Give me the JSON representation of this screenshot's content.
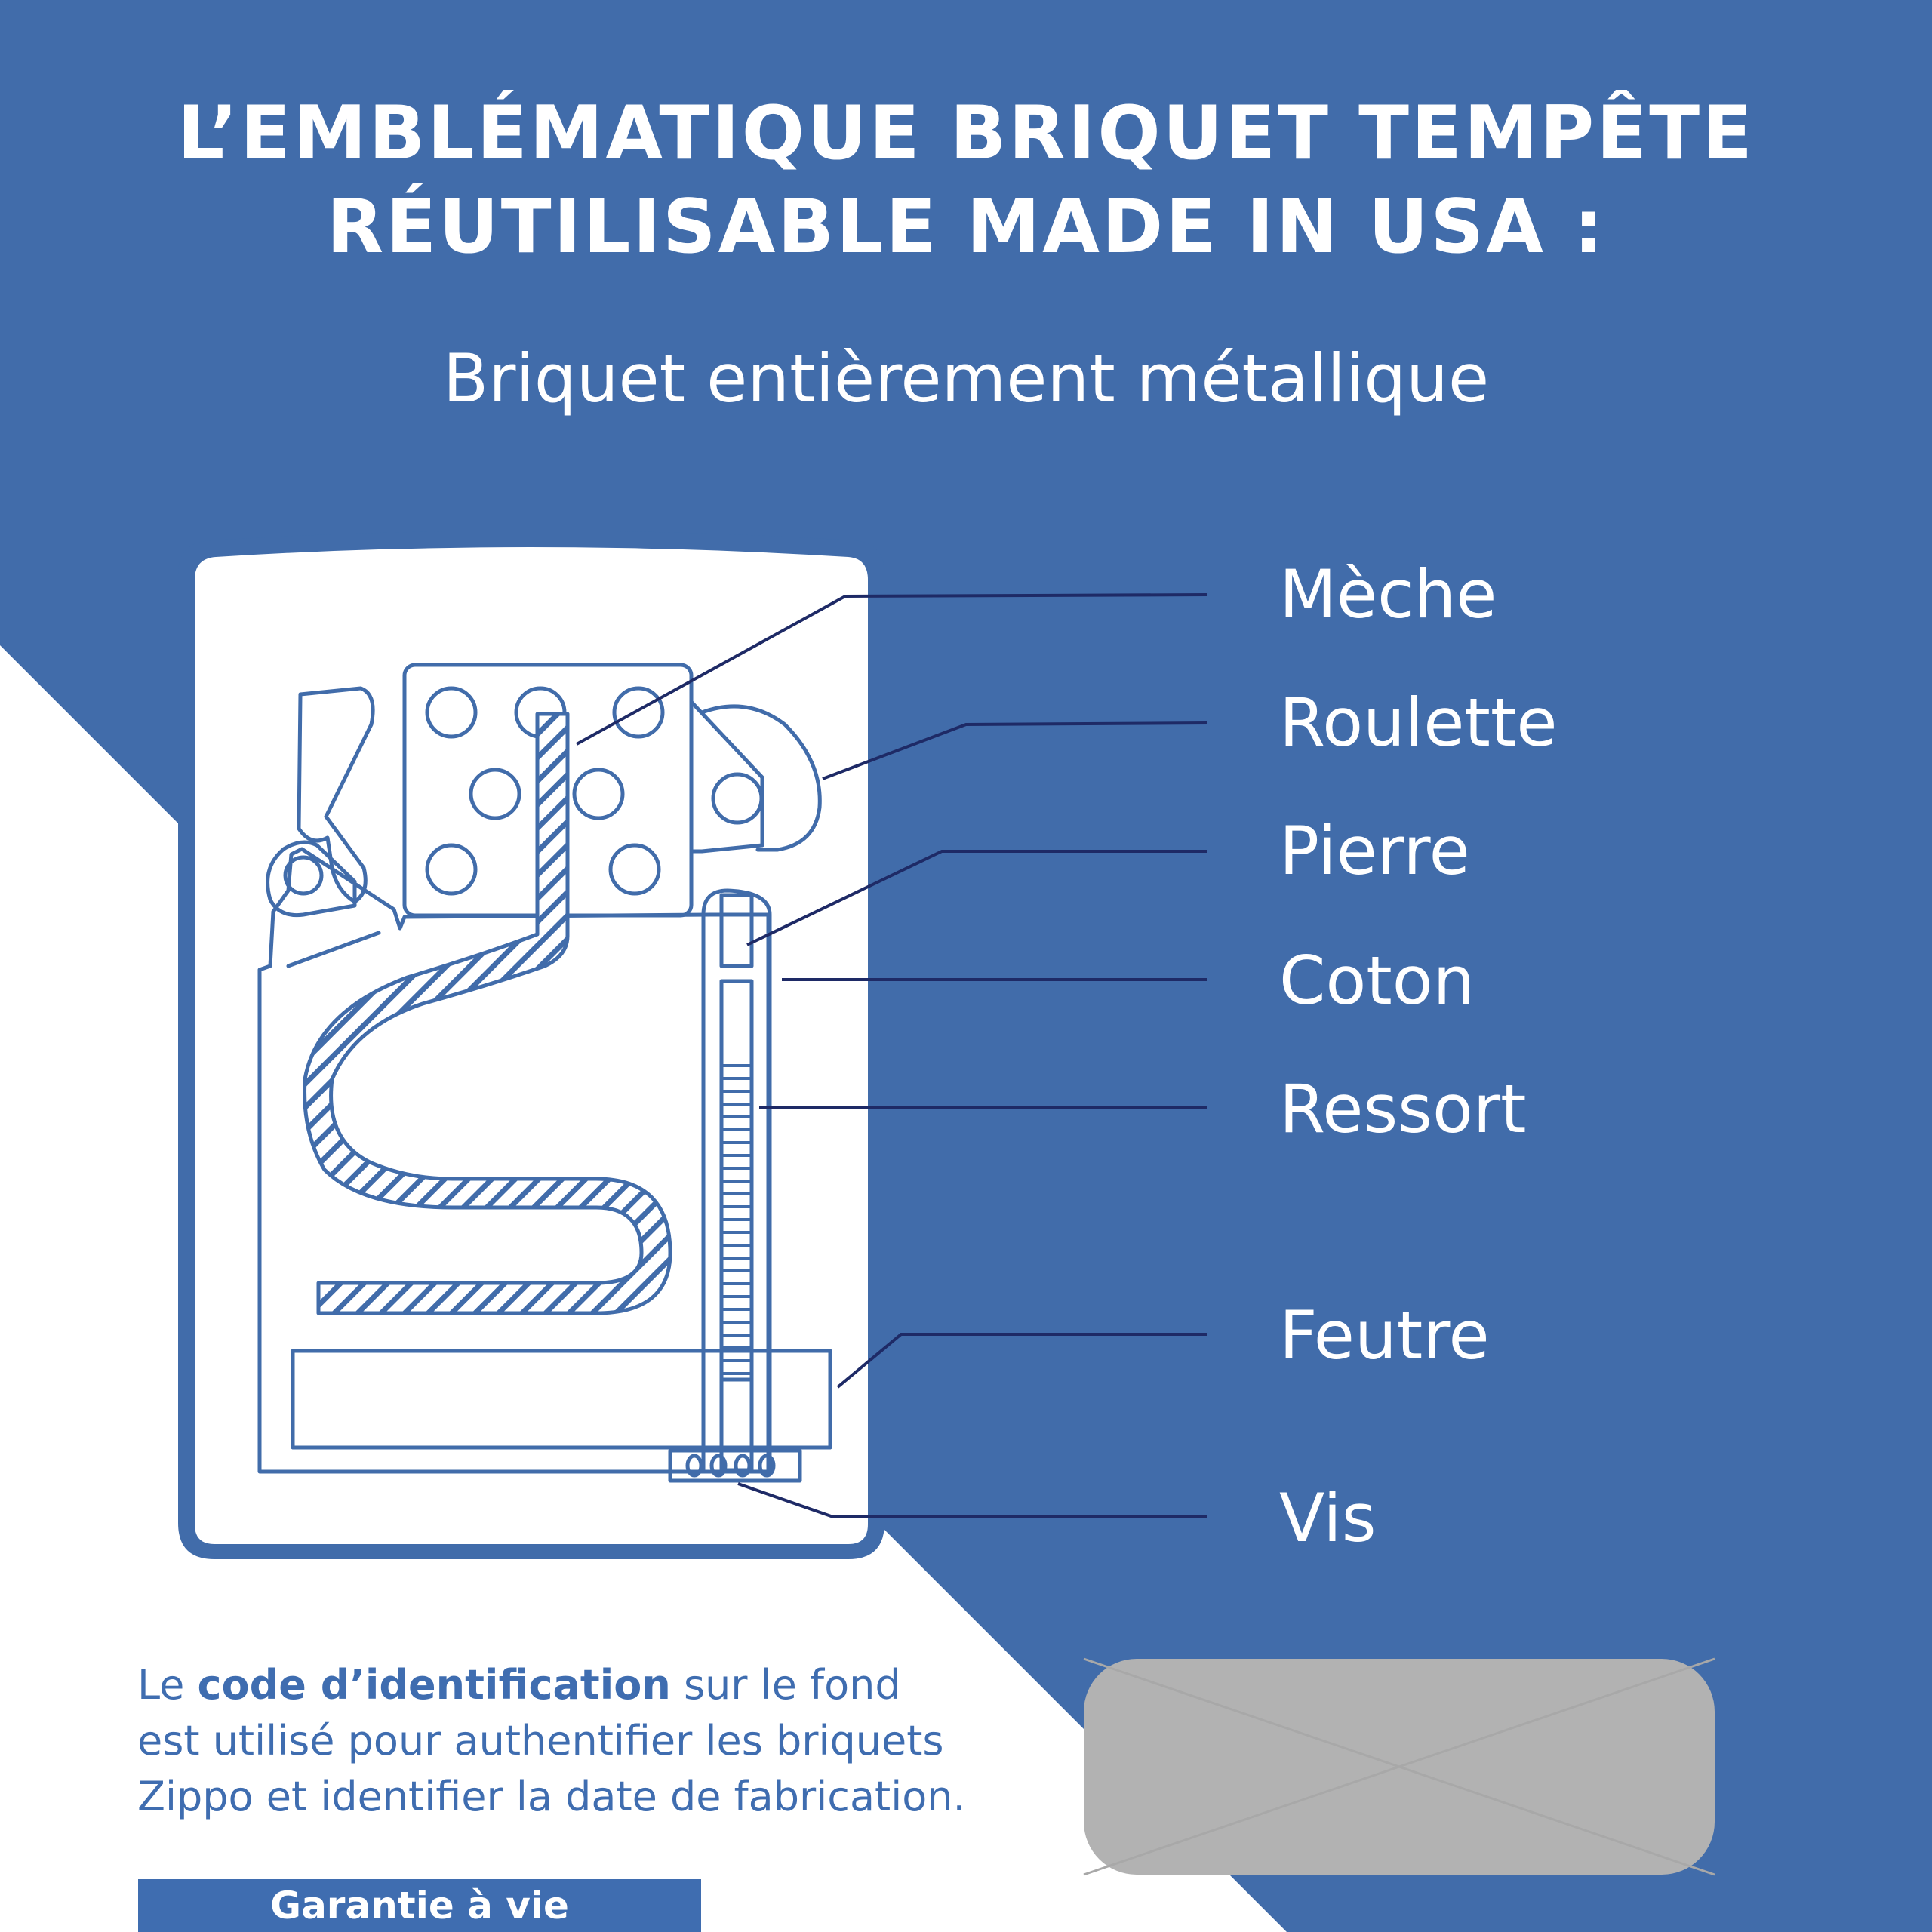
{
  "colors": {
    "blue": "#416caa",
    "dark_line": "#1e2a66",
    "white": "#ffffff",
    "placeholder_grey": "#b2b2b2"
  },
  "heading": {
    "line1": "L’EMBLÉMATIQUE BRIQUET TEMPÊTE",
    "line2": "RÉUTILISABLE MADE IN USA :",
    "subtitle": "Briquet entièrement métallique"
  },
  "labels": {
    "meche": "Mèche",
    "roulette": "Roulette",
    "pierre": "Pierre",
    "coton": "Coton",
    "ressort": "Ressort",
    "feutre": "Feutre",
    "vis": "Vis"
  },
  "footer": {
    "id_prefix": "Le ",
    "id_bold": "code d’identification",
    "id_rest": " sur le fond",
    "id_line2": "est utilisé pour authentifier les briquets",
    "id_line3": "Zippo et identifier la date de fabrication.",
    "warranty": "Garantie à vie"
  },
  "icons": [
    "lighter-diagram",
    "image-placeholder-icon"
  ]
}
